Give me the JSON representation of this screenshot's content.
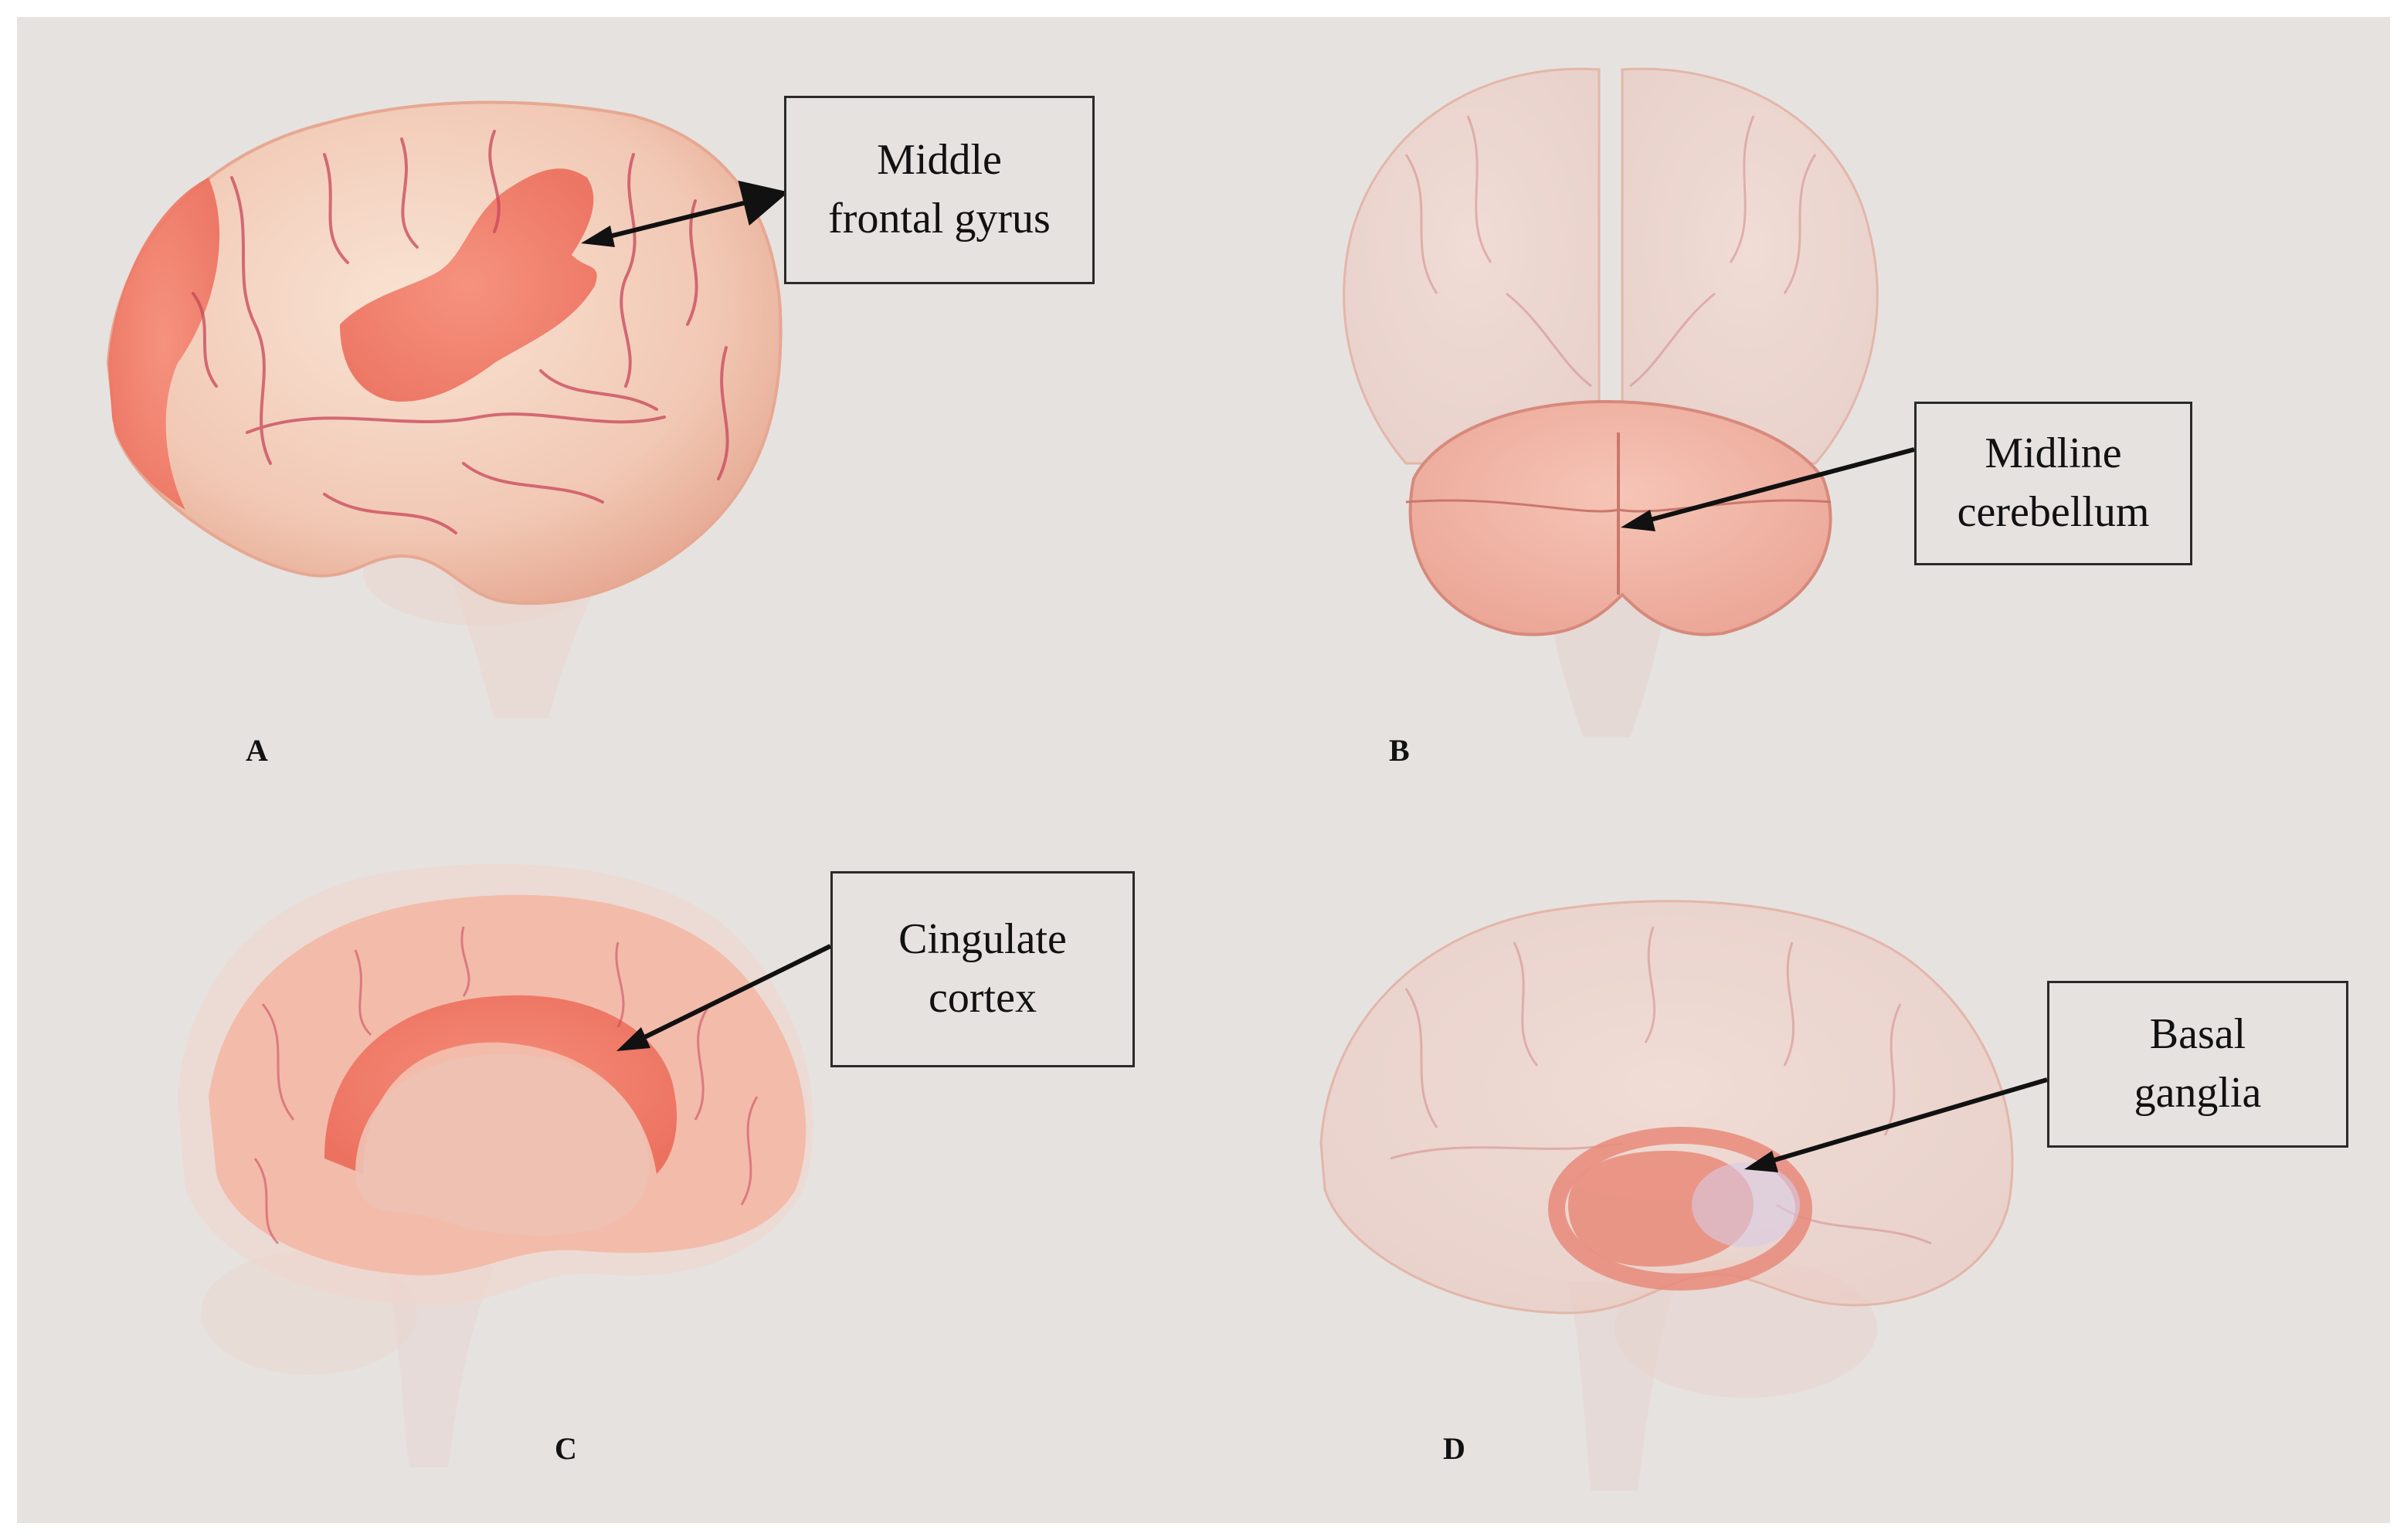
{
  "panels": [
    {
      "letter": "A",
      "label_line1": "Middle",
      "label_line2": "frontal gyrus"
    },
    {
      "letter": "B",
      "label_line1": "Midline",
      "label_line2": "cerebellum"
    },
    {
      "letter": "C",
      "label_line1": "Cingulate",
      "label_line2": "cortex"
    },
    {
      "letter": "D",
      "label_line1": "Basal",
      "label_line2": "ganglia"
    }
  ],
  "colors": {
    "background": "#e6e2df",
    "brain_tissue": "#f1cdbd",
    "highlight": "#f07a66",
    "sulcus": "#c8465a",
    "arrow": "#111111"
  }
}
